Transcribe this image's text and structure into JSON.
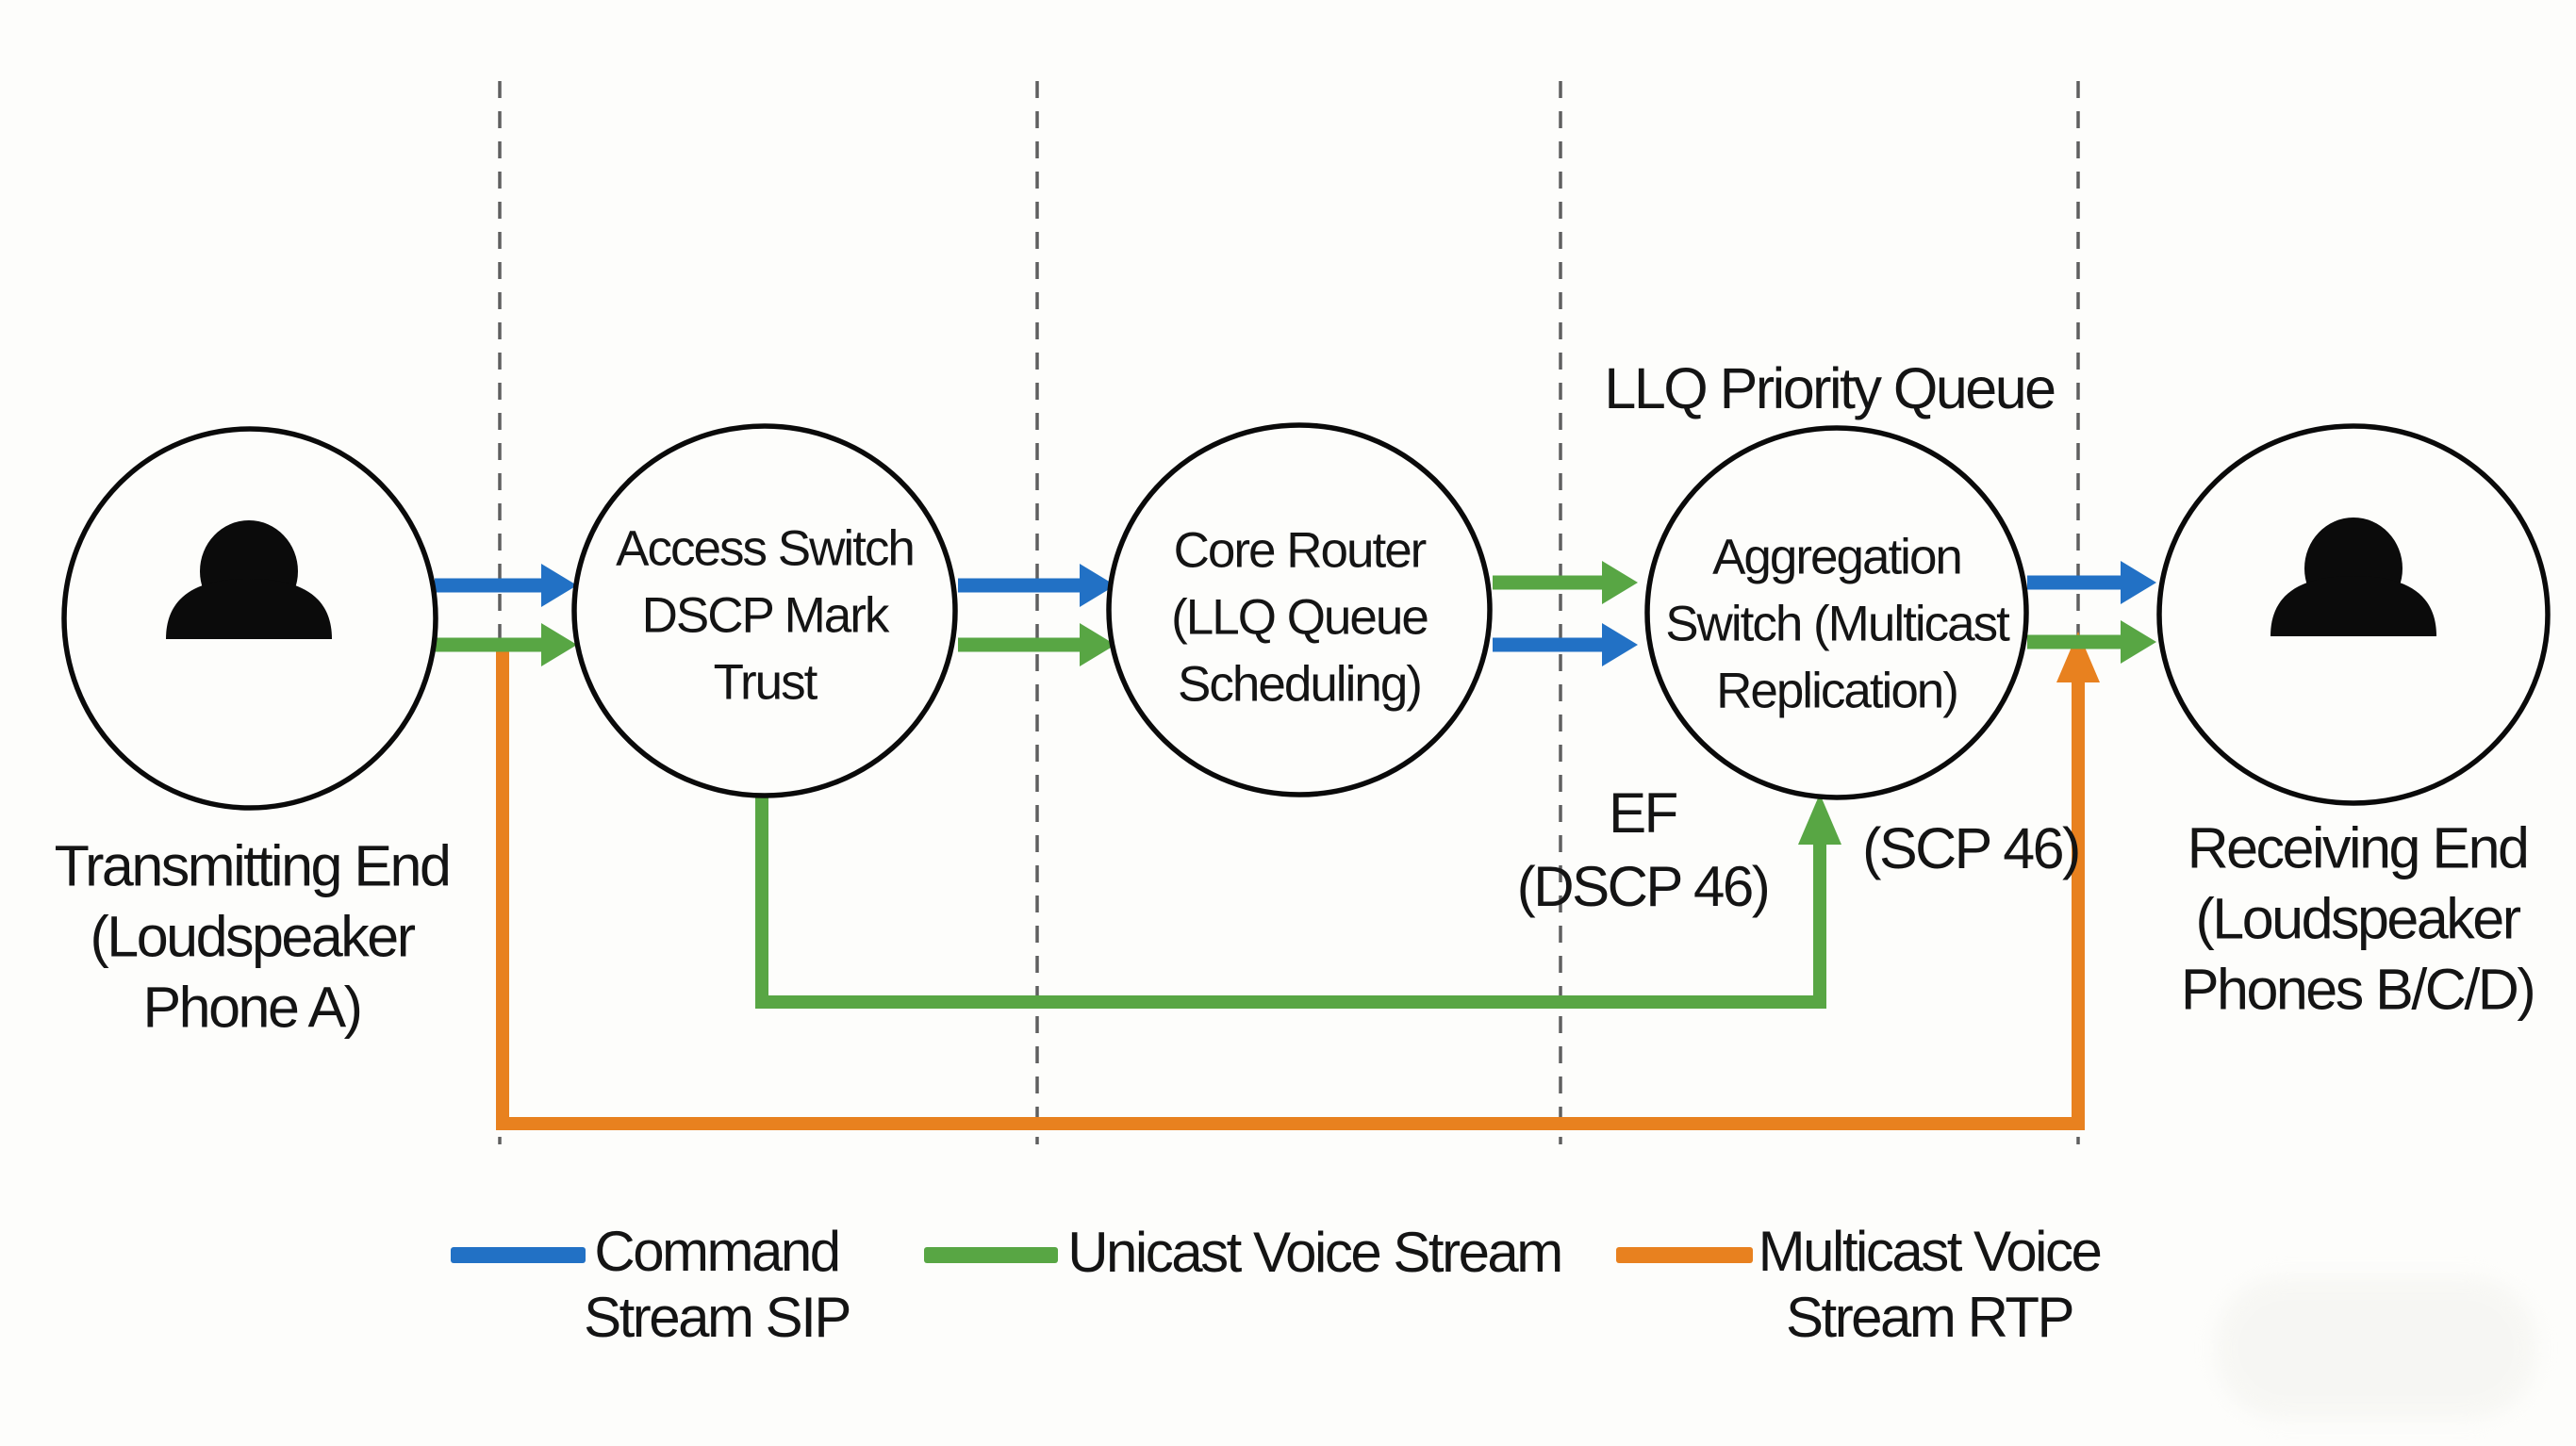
{
  "colors": {
    "command_blue": "#2271c5",
    "unicast_green": "#58a644",
    "multicast_orange": "#e8811f",
    "dash_gray": "#5f5f5f",
    "outline_black": "#0a0a0a",
    "icon_black": "#0b0b0b",
    "text": "#141414",
    "background": "#fdfdfb"
  },
  "diagram": {
    "nodes": {
      "transmitting": {
        "caption": "Transmitting End\n(Loudspeaker\nPhone A)"
      },
      "access": {
        "label": "Access Switch\nDSCP Mark\nTrust"
      },
      "core": {
        "label": "Core Router\n(LLQ Queue\nScheduling)"
      },
      "aggregation": {
        "label": "Aggregation\nSwitch (Multicast\nReplication)"
      },
      "receiving": {
        "caption": "Receiving End\n(Loudspeaker\nPhones B/C/D)"
      }
    },
    "annotations": {
      "llq": "LLQ Priority Queue",
      "ef": "EF\n(DSCP 46)",
      "scp": "(SCP 46)"
    },
    "legend": [
      {
        "key": "command",
        "label": "Command\nStream SIP"
      },
      {
        "key": "unicast",
        "label": "Unicast Voice Stream"
      },
      {
        "key": "multicast",
        "label": "Multicast Voice\nStream RTP"
      }
    ]
  }
}
